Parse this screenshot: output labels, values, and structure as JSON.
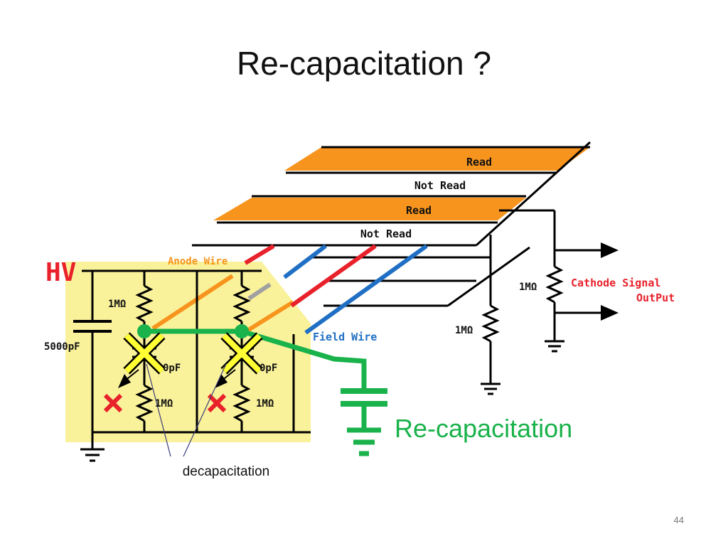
{
  "slide": {
    "title": "Re-capacitation ?",
    "page_number": "44"
  },
  "diagram": {
    "strip_labels": [
      "Read",
      "Not Read",
      "Read",
      "Not Read"
    ],
    "labels": {
      "hv": "HV",
      "anode_wire": "Anode Wire",
      "field_wire": "Field Wire",
      "cap_5000pf": "5000pF",
      "cap_pf_left": "0pF",
      "cap_pf_right": "0pF",
      "r_top_left": "1MΩ",
      "r_bottom_left": "1MΩ",
      "r_bottom_right": "1MΩ",
      "r_mid": "1MΩ",
      "r_right": "1MΩ",
      "cathode_output": [
        "Cathode Signal",
        "OutPut"
      ],
      "recapacitation": "Re-capacitation",
      "decapacitation": "decapacitation"
    },
    "colors": {
      "strip_read": "#f7941d",
      "highlight_panel": "#faf29a",
      "anode_wire_label": "#f7941d",
      "field_wire_label": "#1f6fc4",
      "cathode_label": "#e8212b",
      "recap_green": "#19b24b",
      "cross_yellow": "#ffff33",
      "x_mark_red": "#e8212b",
      "wire_red": "#e8212b",
      "wire_blue": "#1f6fc4",
      "wire_orange": "#f7941d"
    }
  }
}
